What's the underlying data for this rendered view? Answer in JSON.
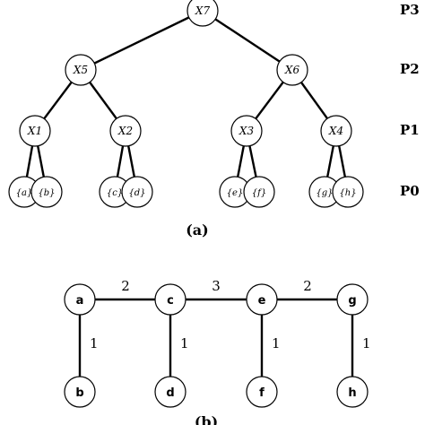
{
  "tree": {
    "caption": "(a)",
    "levels": [
      "P3",
      "P2",
      "P1",
      "P0"
    ],
    "nodes": [
      "X7",
      "X5",
      "X6",
      "X1",
      "X2",
      "X3",
      "X4"
    ],
    "leaves": [
      "{a}",
      "{b}",
      "{c}",
      "{d}",
      "{e}",
      "{f}",
      "{g}",
      "{h}"
    ]
  },
  "graph": {
    "caption": "(b)",
    "nodes": [
      "a",
      "c",
      "e",
      "g",
      "b",
      "d",
      "f",
      "h"
    ],
    "edges": [
      {
        "from": "a",
        "to": "c",
        "weight": "2"
      },
      {
        "from": "c",
        "to": "e",
        "weight": "3"
      },
      {
        "from": "e",
        "to": "g",
        "weight": "2"
      },
      {
        "from": "a",
        "to": "b",
        "weight": "1"
      },
      {
        "from": "c",
        "to": "d",
        "weight": "1"
      },
      {
        "from": "e",
        "to": "f",
        "weight": "1"
      },
      {
        "from": "g",
        "to": "h",
        "weight": "1"
      }
    ]
  }
}
